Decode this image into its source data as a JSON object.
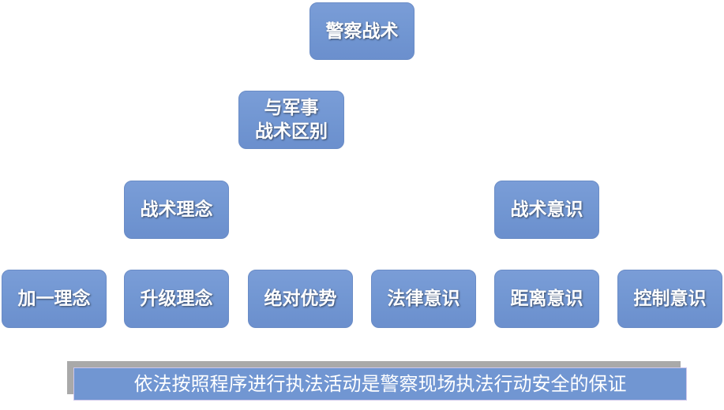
{
  "diagram": {
    "root": {
      "label": "警察战术"
    },
    "distinction": {
      "lines": [
        "与军事",
        "战术区别"
      ]
    },
    "branches": [
      {
        "label": "战术理念"
      },
      {
        "label": "战术意识"
      }
    ],
    "leaves": [
      {
        "label": "加一理念"
      },
      {
        "label": "升级理念"
      },
      {
        "label": "绝对优势"
      },
      {
        "label": "法律意识"
      },
      {
        "label": "距离意识"
      },
      {
        "label": "控制意识"
      }
    ],
    "banner": {
      "text": "依法按照程序进行执法活动是警察现场执法行动安全的保证"
    }
  },
  "colors": {
    "box_fill": "#7196d2",
    "text": "#ffffff",
    "banner_shadow": "#a9a9a9"
  }
}
